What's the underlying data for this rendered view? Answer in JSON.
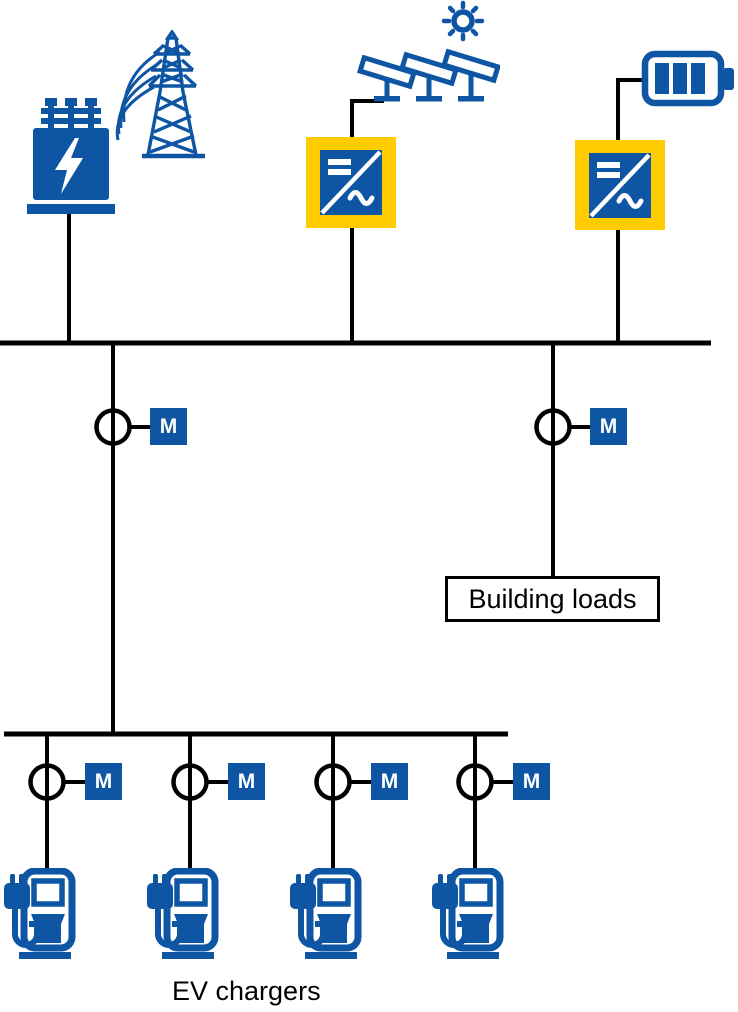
{
  "diagram": {
    "type": "single-line electrical diagram",
    "description": "Microgrid one-line: utility grid via transformer, solar PV via inverter, and battery via inverter feed a main bus; metered feeders serve building loads and a sub-bus with four metered EV chargers"
  },
  "colors": {
    "brand_blue": "#0E56A4",
    "accent_yellow": "#FFCC00",
    "line_black": "#000000",
    "background": "#FFFFFF",
    "meter_label_color": "#FFFFFF"
  },
  "labels": {
    "building_loads": "Building loads",
    "ev_chargers": "EV chargers"
  },
  "meters": [
    {
      "id": "grid-feeder-meter",
      "label": "M"
    },
    {
      "id": "building-loads-meter",
      "label": "M"
    },
    {
      "id": "ev-feeder-meter-1",
      "label": "M"
    },
    {
      "id": "ev-feeder-meter-2",
      "label": "M"
    },
    {
      "id": "ev-feeder-meter-3",
      "label": "M"
    },
    {
      "id": "ev-feeder-meter-4",
      "label": "M"
    }
  ],
  "icons": {
    "transformer": "transformer-icon",
    "transmission_tower": "transmission-tower-icon",
    "sun": "sun-icon",
    "solar_panels": "solar-panels-icon",
    "battery": "battery-icon",
    "pv_inverter": "inverter-icon",
    "battery_inverter": "inverter-icon",
    "meter": "meter-circle-icon",
    "ev_charger": "ev-charger-icon"
  }
}
